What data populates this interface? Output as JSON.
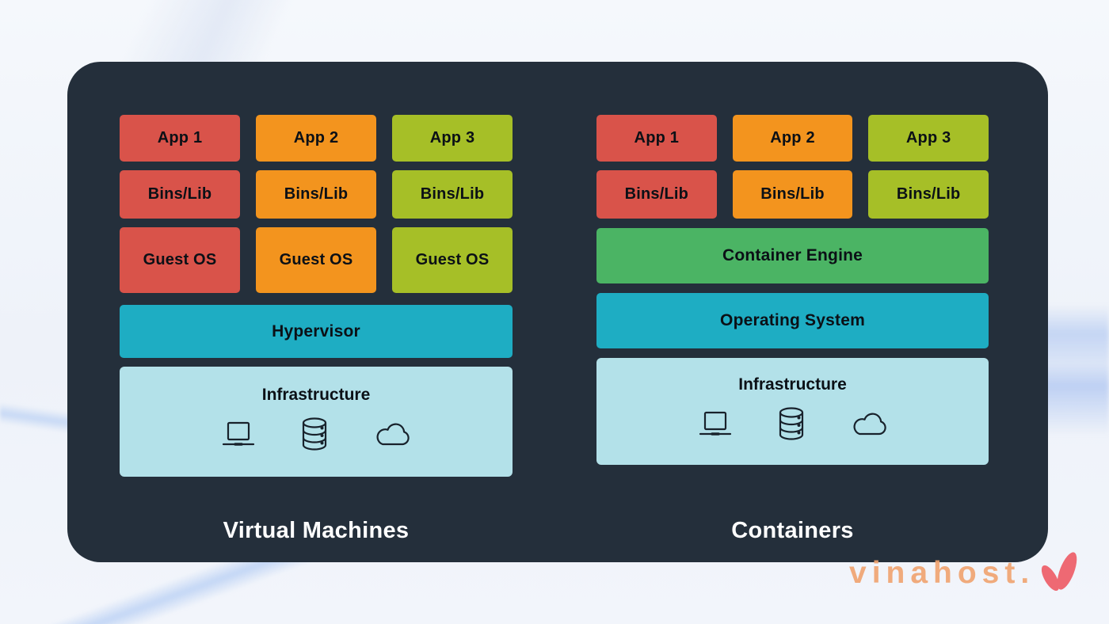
{
  "colors": {
    "page_bg": "#eef2f9",
    "panel_bg": "#242f3b",
    "stack_red": "#d9534a",
    "stack_orange": "#f3941e",
    "stack_olive": "#a6bf27",
    "teal": "#1eadc3",
    "green": "#4bb464",
    "infrastructure_bg": "#b3e1e9",
    "box_text": "#0b1016",
    "section_label_text": "#ffffff",
    "watermark_orange": "#f0a36f",
    "watermark_red": "#ee5e68"
  },
  "vm": {
    "section_label": "Virtual Machines",
    "stacks": [
      {
        "app": "App 1",
        "bins": "Bins/Lib",
        "guest_os": "Guest OS"
      },
      {
        "app": "App 2",
        "bins": "Bins/Lib",
        "guest_os": "Guest OS"
      },
      {
        "app": "App 3",
        "bins": "Bins/Lib",
        "guest_os": "Guest OS"
      }
    ],
    "hypervisor": "Hypervisor",
    "infrastructure": "Infrastructure"
  },
  "containers": {
    "section_label": "Containers",
    "stacks": [
      {
        "app": "App 1",
        "bins": "Bins/Lib"
      },
      {
        "app": "App 2",
        "bins": "Bins/Lib"
      },
      {
        "app": "App 3",
        "bins": "Bins/Lib"
      }
    ],
    "container_engine": "Container Engine",
    "operating_system": "Operating System",
    "infrastructure": "Infrastructure"
  },
  "infrastructure_icons": [
    "laptop-icon",
    "database-icon",
    "cloud-icon"
  ],
  "watermark": {
    "text": "vinahost.",
    "logo": "v-check-logo"
  }
}
